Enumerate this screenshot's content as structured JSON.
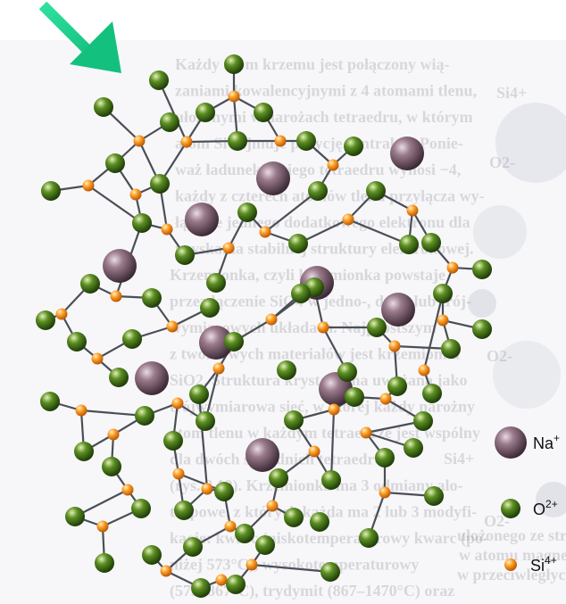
{
  "colors": {
    "arrow": "#1fcf8c",
    "na_ion": "#7a5a6c",
    "o_ion": "#3f7a16",
    "si_ion": "#ff9c23",
    "bond": "#4a4f57",
    "background_text": "#8f8f98"
  },
  "icons": {
    "pointer": "arrow-icon"
  },
  "background_text": {
    "lines": [
      "Każdy atom krzemu jest połączony wią-",
      "zaniami kowalencyjnymi z 4 atomami tlenu,",
      "ułożonymi w narożach tetraedru, w którym",
      "atom Si zajmuje pozycję centralną. Ponie-",
      "waż ładunek takiego tetraedru wynosi −4,",
      "każdy z czterech atomów tlenu przyłącza wy-",
      "łącznie jednego dodatkowego elektronu dla",
      "uzyskania stabilnej struktury elektronowej.",
      "Krzemionka, czyli krzemionka powstaje",
      "przez łączenie SiO4 w jedno-, dwu- lub trój-",
      "wymiarowych układach. Najprostszym",
      "z tworzywych materiałów jest krzemionka",
      "SiO2. Struktura krystaliczna uważana jako",
      "trójwymiarowa sieć, w której każdy narożny",
      "atom tlenu w każdym tetraedrze jest wspólny",
      "dla dwóch sąsiednich tetraedrów",
      "(rys. 8.10). Krzemionka ma 3 odmiany alo-",
      "tropowe, z których każda ma 2 lub 3 modyfi-",
      "kacje: kwarc (niskotemperaturowy kwarc (po-",
      "niżej 573°C), wysokotemperaturowy",
      "(573–867°C), trydymit (867–1470°C) oraz"
    ],
    "right_fragments": [
      "Si4+",
      "O2-",
      "O2-",
      "Si4+",
      "O2-",
      "ułożonego ze struktur",
      "w atomu magnezu",
      "w przeciwległych centrów"
    ]
  },
  "legend": {
    "items": [
      {
        "key": "na",
        "base": "Na",
        "sup": "+"
      },
      {
        "key": "o",
        "base": "O",
        "sup": "2+"
      },
      {
        "key": "si",
        "base": "Si",
        "sup": "4+"
      }
    ]
  }
}
